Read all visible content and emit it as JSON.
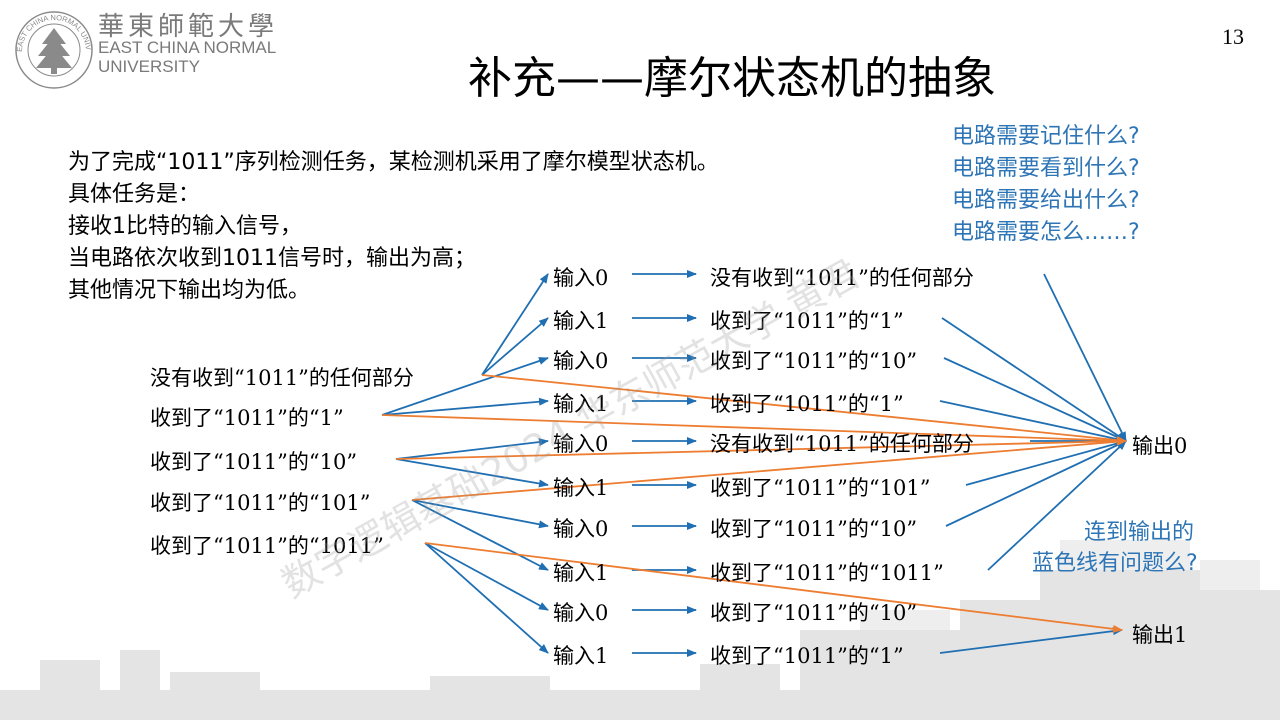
{
  "header": {
    "logo_cn": "華東師範大學",
    "logo_en_line1": "EAST CHINA NORMAL",
    "logo_en_line2": "UNIVERSITY",
    "seal_text": "EAST CHINA NORMAL UNIVERSITY",
    "page_number": "13"
  },
  "title": "补充——摩尔状态机的抽象",
  "questions": [
    "电路需要记住什么?",
    "电路需要看到什么?",
    "电路需要给出什么?",
    "电路需要怎么……?"
  ],
  "intro": [
    "为了完成“1011”序列检测任务，某检测机采用了摩尔模型状态机。",
    "具体任务是：",
    "接收1比特的输入信号，",
    "当电路依次收到1011信号时，输出为高；",
    "其他情况下输出均为低。"
  ],
  "states": [
    "没有收到“1011”的任何部分",
    "收到了“1011”的“1”",
    "收到了“1011”的“10”",
    "收到了“1011”的“101”",
    "收到了“1011”的“1011”"
  ],
  "transitions": [
    {
      "input": "输入0",
      "next": "没有收到“1011”的任何部分"
    },
    {
      "input": "输入1",
      "next": "收到了“1011”的“1”"
    },
    {
      "input": "输入0",
      "next": "收到了“1011”的“10”"
    },
    {
      "input": "输入1",
      "next": "收到了“1011”的“1”"
    },
    {
      "input": "输入0",
      "next": "没有收到“1011”的任何部分"
    },
    {
      "input": "输入1",
      "next": "收到了“1011”的“101”"
    },
    {
      "input": "输入0",
      "next": "收到了“1011”的“10”"
    },
    {
      "input": "输入1",
      "next": "收到了“1011”的“1011”"
    },
    {
      "input": "输入0",
      "next": "收到了“1011”的“10”"
    },
    {
      "input": "输入1",
      "next": "收到了“1011”的“1”"
    }
  ],
  "outputs": [
    "输出0",
    "输出1"
  ],
  "note": [
    "连到输出的",
    "蓝色线有问题么?"
  ],
  "watermark": "数字逻辑基础2024 华东师范大学 黄君",
  "colors": {
    "blue_arrow": "#1f6fb2",
    "orange_arrow": "#ed7d31",
    "question_text": "#2e75b6"
  }
}
